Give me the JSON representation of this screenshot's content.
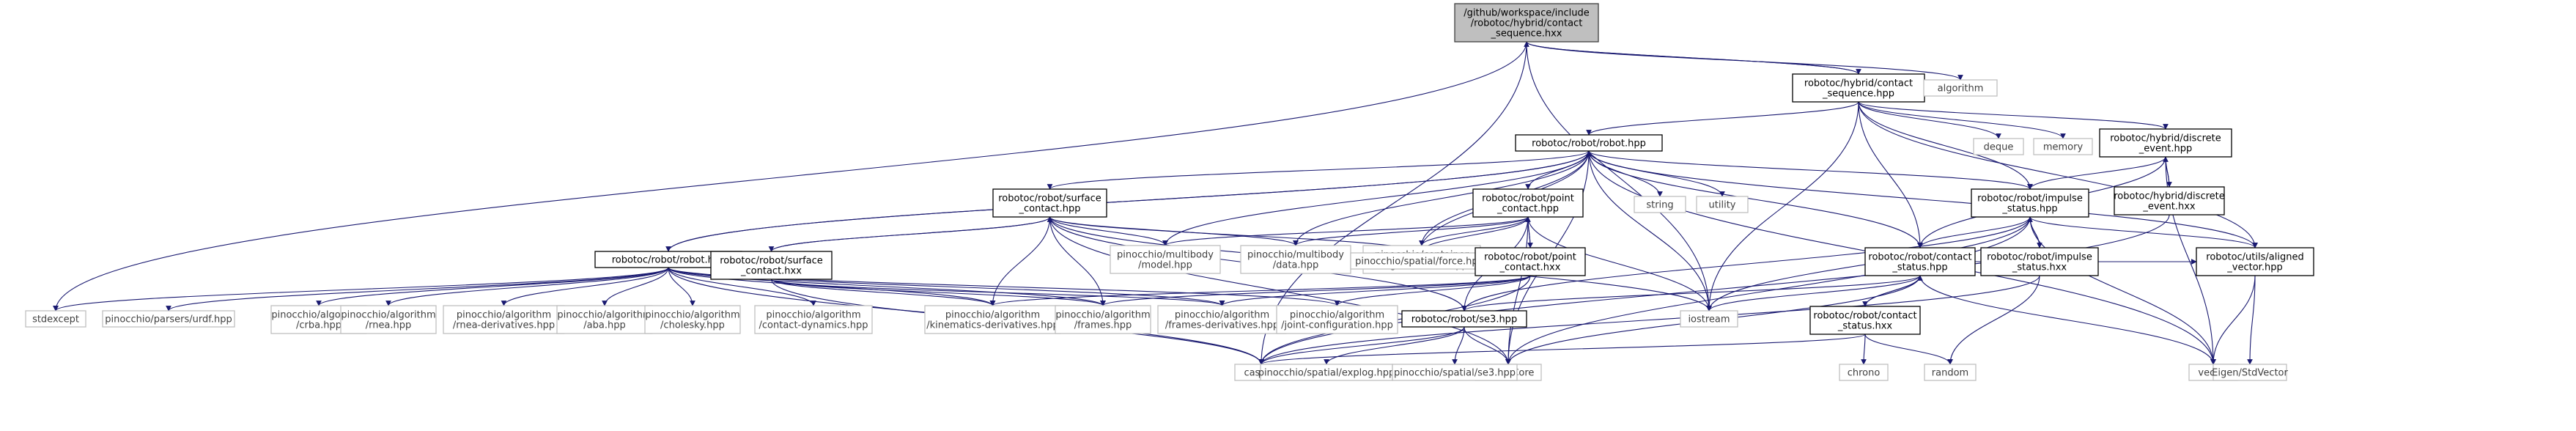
{
  "colors": {
    "background": "#ffffff",
    "root_fill": "#bfbfbf",
    "root_border": "#404040",
    "node_fill": "#ffffff",
    "node_border": "#000000",
    "external_border": "#bfbfbf",
    "external_text": "#404040",
    "edge": "#191970",
    "text": "#000000"
  },
  "nodes": [
    {
      "id": "root",
      "kind": "root",
      "lines": [
        "/github/workspace/include",
        "/robotoc/hybrid/contact",
        "_sequence.hxx"
      ]
    },
    {
      "id": "cs_hpp",
      "kind": "node",
      "lines": [
        "robotoc/hybrid/contact",
        "_sequence.hpp"
      ]
    },
    {
      "id": "algorithm",
      "kind": "external",
      "lines": [
        "algorithm"
      ]
    },
    {
      "id": "robot_hpp",
      "kind": "node",
      "lines": [
        "robotoc/robot/robot.hpp"
      ]
    },
    {
      "id": "deque",
      "kind": "external",
      "lines": [
        "deque"
      ]
    },
    {
      "id": "memory",
      "kind": "external",
      "lines": [
        "memory"
      ]
    },
    {
      "id": "de_hpp",
      "kind": "node",
      "lines": [
        "robotoc/hybrid/discrete",
        "_event.hpp"
      ]
    },
    {
      "id": "de_hxx",
      "kind": "node",
      "lines": [
        "robotoc/hybrid/discrete",
        "_event.hxx"
      ]
    },
    {
      "id": "sc_hpp",
      "kind": "node",
      "lines": [
        "robotoc/robot/surface",
        "_contact.hpp"
      ]
    },
    {
      "id": "pc_hpp",
      "kind": "node",
      "lines": [
        "robotoc/robot/point",
        "_contact.hpp"
      ]
    },
    {
      "id": "string",
      "kind": "external",
      "lines": [
        "string"
      ]
    },
    {
      "id": "utility",
      "kind": "external",
      "lines": [
        "utility"
      ]
    },
    {
      "id": "is_hpp",
      "kind": "node",
      "lines": [
        "robotoc/robot/impulse",
        "_status.hpp"
      ]
    },
    {
      "id": "robot_hxx",
      "kind": "node",
      "lines": [
        "robotoc/robot/robot.hxx"
      ]
    },
    {
      "id": "sc_hxx",
      "kind": "node",
      "lines": [
        "robotoc/robot/surface",
        "_contact.hxx"
      ]
    },
    {
      "id": "pin_model",
      "kind": "external",
      "lines": [
        "pinocchio/multibody",
        "/model.hpp"
      ]
    },
    {
      "id": "pin_data",
      "kind": "external",
      "lines": [
        "pinocchio/multibody",
        "/data.hpp"
      ]
    },
    {
      "id": "pin_av",
      "kind": "external",
      "lines": [
        "pinocchio/container",
        "/aligned-vector.hpp"
      ]
    },
    {
      "id": "pin_force",
      "kind": "external",
      "lines": [
        "pinocchio/spatial/force.hpp"
      ]
    },
    {
      "id": "pc_hxx",
      "kind": "node",
      "lines": [
        "robotoc/robot/point",
        "_contact.hxx"
      ]
    },
    {
      "id": "cstat_hpp",
      "kind": "node",
      "lines": [
        "robotoc/robot/contact",
        "_status.hpp"
      ]
    },
    {
      "id": "is_hxx",
      "kind": "node",
      "lines": [
        "robotoc/robot/impulse",
        "_status.hxx"
      ]
    },
    {
      "id": "ua_hpp",
      "kind": "node",
      "lines": [
        "robotoc/utils/aligned",
        "_vector.hpp"
      ]
    },
    {
      "id": "cstat_hxx",
      "kind": "node",
      "lines": [
        "robotoc/robot/contact",
        "_status.hxx"
      ]
    },
    {
      "id": "se3_hpp",
      "kind": "node",
      "lines": [
        "robotoc/robot/se3.hpp"
      ]
    },
    {
      "id": "stdexcept",
      "kind": "external",
      "lines": [
        "stdexcept"
      ]
    },
    {
      "id": "urdf",
      "kind": "external",
      "lines": [
        "pinocchio/parsers/urdf.hpp"
      ]
    },
    {
      "id": "crba",
      "kind": "external",
      "lines": [
        "pinocchio/algorithm",
        "/crba.hpp"
      ]
    },
    {
      "id": "rnea",
      "kind": "external",
      "lines": [
        "pinocchio/algorithm",
        "/rnea.hpp"
      ]
    },
    {
      "id": "rnea_d",
      "kind": "external",
      "lines": [
        "pinocchio/algorithm",
        "/rnea-derivatives.hpp"
      ]
    },
    {
      "id": "aba",
      "kind": "external",
      "lines": [
        "pinocchio/algorithm",
        "/aba.hpp"
      ]
    },
    {
      "id": "chol",
      "kind": "external",
      "lines": [
        "pinocchio/algorithm",
        "/cholesky.hpp"
      ]
    },
    {
      "id": "cdyn",
      "kind": "external",
      "lines": [
        "pinocchio/algorithm",
        "/contact-dynamics.hpp"
      ]
    },
    {
      "id": "kin_d",
      "kind": "external",
      "lines": [
        "pinocchio/algorithm",
        "/kinematics-derivatives.hpp"
      ]
    },
    {
      "id": "frames",
      "kind": "external",
      "lines": [
        "pinocchio/algorithm",
        "/frames.hpp"
      ]
    },
    {
      "id": "frames_d",
      "kind": "external",
      "lines": [
        "pinocchio/algorithm",
        "/frames-derivatives.hpp"
      ]
    },
    {
      "id": "jconf",
      "kind": "external",
      "lines": [
        "pinocchio/algorithm",
        "/joint-configuration.hpp"
      ]
    },
    {
      "id": "iostream",
      "kind": "external",
      "lines": [
        "iostream"
      ]
    },
    {
      "id": "cassert",
      "kind": "external",
      "lines": [
        "cassert"
      ]
    },
    {
      "id": "eigen_core",
      "kind": "external",
      "lines": [
        "Eigen/Core"
      ]
    },
    {
      "id": "explog",
      "kind": "external",
      "lines": [
        "pinocchio/spatial/explog.hpp"
      ]
    },
    {
      "id": "se3pin",
      "kind": "external",
      "lines": [
        "pinocchio/spatial/se3.hpp"
      ]
    },
    {
      "id": "chrono",
      "kind": "external",
      "lines": [
        "chrono"
      ]
    },
    {
      "id": "random",
      "kind": "external",
      "lines": [
        "random"
      ]
    },
    {
      "id": "vector",
      "kind": "external",
      "lines": [
        "vector"
      ]
    },
    {
      "id": "eigen_sv",
      "kind": "external",
      "lines": [
        "Eigen/StdVector"
      ]
    }
  ],
  "edges": [
    [
      "root",
      "cs_hpp"
    ],
    [
      "root",
      "algorithm"
    ],
    [
      "root",
      "stdexcept"
    ],
    [
      "root",
      "cassert"
    ],
    [
      "root",
      "iostream"
    ],
    [
      "cs_hpp",
      "root"
    ],
    [
      "cs_hpp",
      "robot_hpp"
    ],
    [
      "cs_hpp",
      "deque"
    ],
    [
      "cs_hpp",
      "memory"
    ],
    [
      "cs_hpp",
      "de_hpp"
    ],
    [
      "cs_hpp",
      "is_hpp"
    ],
    [
      "cs_hpp",
      "cstat_hpp"
    ],
    [
      "cs_hpp",
      "ua_hpp"
    ],
    [
      "cs_hpp",
      "iostream"
    ],
    [
      "de_hpp",
      "de_hxx"
    ],
    [
      "de_hxx",
      "de_hpp"
    ],
    [
      "de_hpp",
      "cstat_hpp"
    ],
    [
      "de_hpp",
      "is_hpp"
    ],
    [
      "de_hpp",
      "vector"
    ],
    [
      "de_hxx",
      "cassert"
    ],
    [
      "robot_hpp",
      "sc_hpp"
    ],
    [
      "robot_hpp",
      "pc_hpp"
    ],
    [
      "robot_hpp",
      "string"
    ],
    [
      "robot_hpp",
      "utility"
    ],
    [
      "robot_hpp",
      "is_hpp"
    ],
    [
      "robot_hpp",
      "cstat_hpp"
    ],
    [
      "robot_hpp",
      "robot_hxx"
    ],
    [
      "robot_hpp",
      "pin_model"
    ],
    [
      "robot_hpp",
      "pin_data"
    ],
    [
      "robot_hpp",
      "pin_av"
    ],
    [
      "robot_hpp",
      "pin_force"
    ],
    [
      "robot_hpp",
      "iostream"
    ],
    [
      "robot_hpp",
      "ua_hpp"
    ],
    [
      "robot_hpp",
      "vector"
    ],
    [
      "robot_hpp",
      "eigen_core"
    ],
    [
      "robot_hxx",
      "robot_hpp"
    ],
    [
      "robot_hxx",
      "stdexcept"
    ],
    [
      "robot_hxx",
      "urdf"
    ],
    [
      "robot_hxx",
      "crba"
    ],
    [
      "robot_hxx",
      "rnea"
    ],
    [
      "robot_hxx",
      "rnea_d"
    ],
    [
      "robot_hxx",
      "aba"
    ],
    [
      "robot_hxx",
      "chol"
    ],
    [
      "robot_hxx",
      "cdyn"
    ],
    [
      "robot_hxx",
      "kin_d"
    ],
    [
      "robot_hxx",
      "frames"
    ],
    [
      "robot_hxx",
      "frames_d"
    ],
    [
      "robot_hxx",
      "jconf"
    ],
    [
      "robot_hxx",
      "cassert"
    ],
    [
      "sc_hpp",
      "sc_hxx"
    ],
    [
      "sc_hxx",
      "sc_hpp"
    ],
    [
      "sc_hpp",
      "pin_model"
    ],
    [
      "sc_hpp",
      "pin_data"
    ],
    [
      "sc_hpp",
      "pin_force"
    ],
    [
      "sc_hpp",
      "se3_hpp"
    ],
    [
      "sc_hpp",
      "iostream"
    ],
    [
      "sc_hpp",
      "eigen_core"
    ],
    [
      "sc_hpp",
      "kin_d"
    ],
    [
      "sc_hpp",
      "frames"
    ],
    [
      "sc_hxx",
      "kin_d"
    ],
    [
      "sc_hxx",
      "frames"
    ],
    [
      "sc_hxx",
      "frames_d"
    ],
    [
      "sc_hxx",
      "cassert"
    ],
    [
      "pc_hpp",
      "pc_hxx"
    ],
    [
      "pc_hxx",
      "pc_hpp"
    ],
    [
      "pc_hpp",
      "pin_model"
    ],
    [
      "pc_hpp",
      "pin_data"
    ],
    [
      "pc_hpp",
      "pin_av"
    ],
    [
      "pc_hpp",
      "pin_force"
    ],
    [
      "pc_hpp",
      "iostream"
    ],
    [
      "pc_hpp",
      "eigen_core"
    ],
    [
      "pc_hpp",
      "se3_hpp"
    ],
    [
      "pc_hxx",
      "kin_d"
    ],
    [
      "pc_hxx",
      "frames"
    ],
    [
      "pc_hxx",
      "frames_d"
    ],
    [
      "pc_hxx",
      "jconf"
    ],
    [
      "pc_hxx",
      "cassert"
    ],
    [
      "is_hpp",
      "is_hxx"
    ],
    [
      "is_hxx",
      "is_hpp"
    ],
    [
      "is_hpp",
      "cstat_hpp"
    ],
    [
      "is_hpp",
      "se3_hpp"
    ],
    [
      "is_hpp",
      "ua_hpp"
    ],
    [
      "is_hpp",
      "iostream"
    ],
    [
      "is_hpp",
      "vector"
    ],
    [
      "is_hpp",
      "eigen_core"
    ],
    [
      "is_hxx",
      "cassert"
    ],
    [
      "is_hxx",
      "random"
    ],
    [
      "cstat_hpp",
      "cstat_hxx"
    ],
    [
      "cstat_hxx",
      "cstat_hpp"
    ],
    [
      "cstat_hpp",
      "se3_hpp"
    ],
    [
      "cstat_hpp",
      "ua_hpp"
    ],
    [
      "cstat_hpp",
      "iostream"
    ],
    [
      "cstat_hpp",
      "vector"
    ],
    [
      "cstat_hpp",
      "eigen_core"
    ],
    [
      "cstat_hxx",
      "cassert"
    ],
    [
      "cstat_hxx",
      "chrono"
    ],
    [
      "cstat_hxx",
      "random"
    ],
    [
      "ua_hpp",
      "vector"
    ],
    [
      "ua_hpp",
      "eigen_sv"
    ],
    [
      "se3_hpp",
      "explog"
    ],
    [
      "se3_hpp",
      "se3pin"
    ],
    [
      "se3_hpp",
      "eigen_core"
    ],
    [
      "se3_hpp",
      "cassert"
    ]
  ]
}
